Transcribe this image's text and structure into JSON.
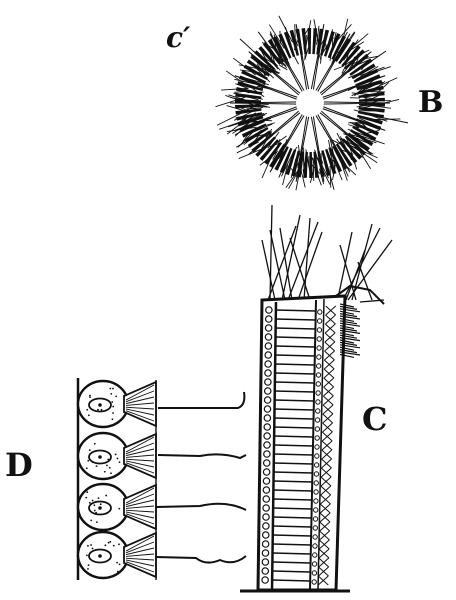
{
  "labels": {
    "star": "c′",
    "b": "B",
    "c": "C",
    "d": "D"
  },
  "ink_color": "#111111",
  "paper_color": "#ffffff",
  "cells_count": 4
}
